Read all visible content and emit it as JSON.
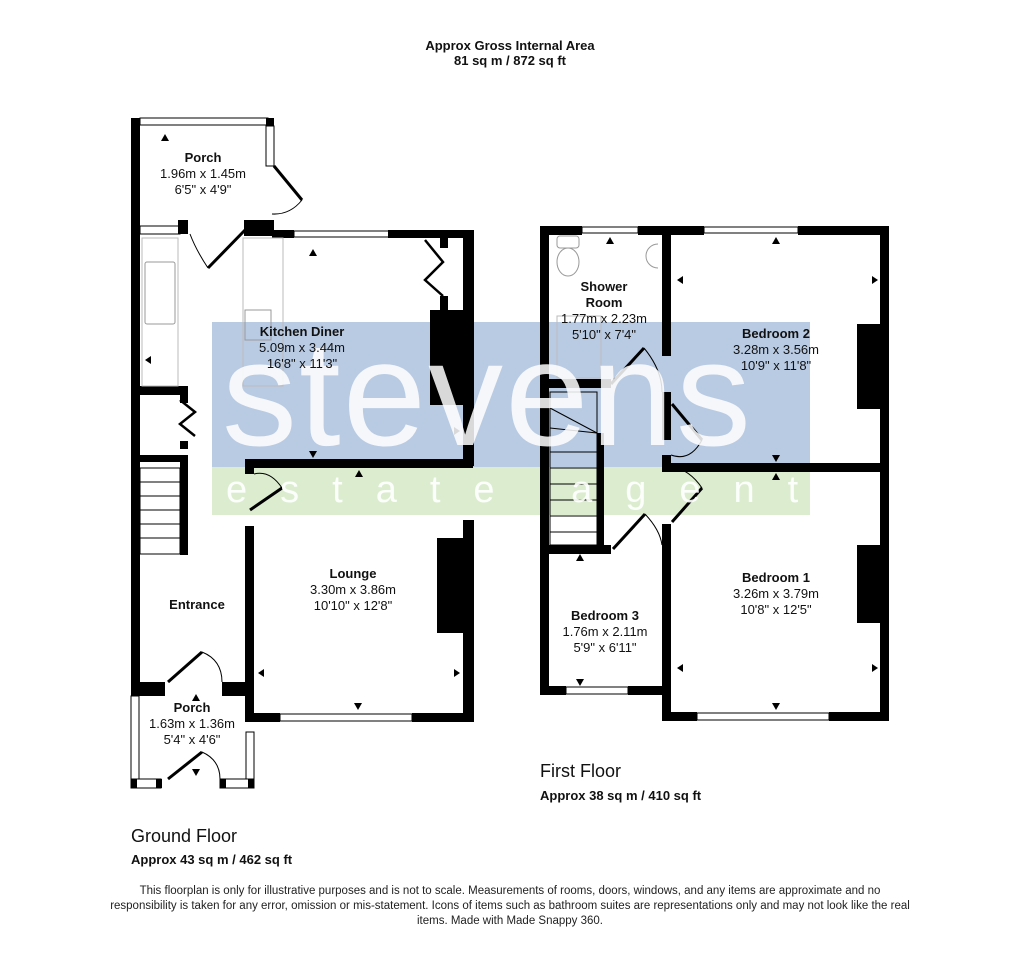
{
  "header": {
    "title": "Approx Gross Internal Area",
    "area": "81 sq m / 872 sq ft"
  },
  "watermark": {
    "brand": "stevens",
    "tagline": "estate agents",
    "blue": "#b6c8e2",
    "green": "#d9ecca"
  },
  "ground_floor": {
    "name": "Ground Floor",
    "area": "Approx 43 sq m / 462 sq ft",
    "rooms": [
      {
        "name": "Porch",
        "metric": "1.96m x 1.45m",
        "imperial": "6'5\" x 4'9\""
      },
      {
        "name": "Kitchen Diner",
        "metric": "5.09m x 3.44m",
        "imperial": "16'8\" x 11'3\""
      },
      {
        "name": "Entrance",
        "metric": "",
        "imperial": ""
      },
      {
        "name": "Lounge",
        "metric": "3.30m x 3.86m",
        "imperial": "10'10\" x 12'8\""
      },
      {
        "name": "Porch",
        "metric": "1.63m x 1.36m",
        "imperial": "5'4\" x 4'6\""
      }
    ]
  },
  "first_floor": {
    "name": "First Floor",
    "area": "Approx 38 sq m / 410 sq ft",
    "rooms": [
      {
        "name": "Shower",
        "name2": "Room",
        "metric": "1.77m x 2.23m",
        "imperial": "5'10\" x 7'4\""
      },
      {
        "name": "Bedroom 2",
        "metric": "3.28m x 3.56m",
        "imperial": "10'9\" x 11'8\""
      },
      {
        "name": "Bedroom 3",
        "metric": "1.76m x 2.11m",
        "imperial": "5'9\" x 6'11\""
      },
      {
        "name": "Bedroom 1",
        "metric": "3.26m x 3.79m",
        "imperial": "10'8\" x 12'5\""
      }
    ]
  },
  "disclaimer": "This floorplan is only for illustrative purposes and is not to scale. Measurements of rooms, doors, windows, and any items are approximate and no responsibility is taken for any error, omission or mis-statement. Icons of items such as bathroom suites are representations only and may not look like the real items. Made with Made Snappy 360."
}
